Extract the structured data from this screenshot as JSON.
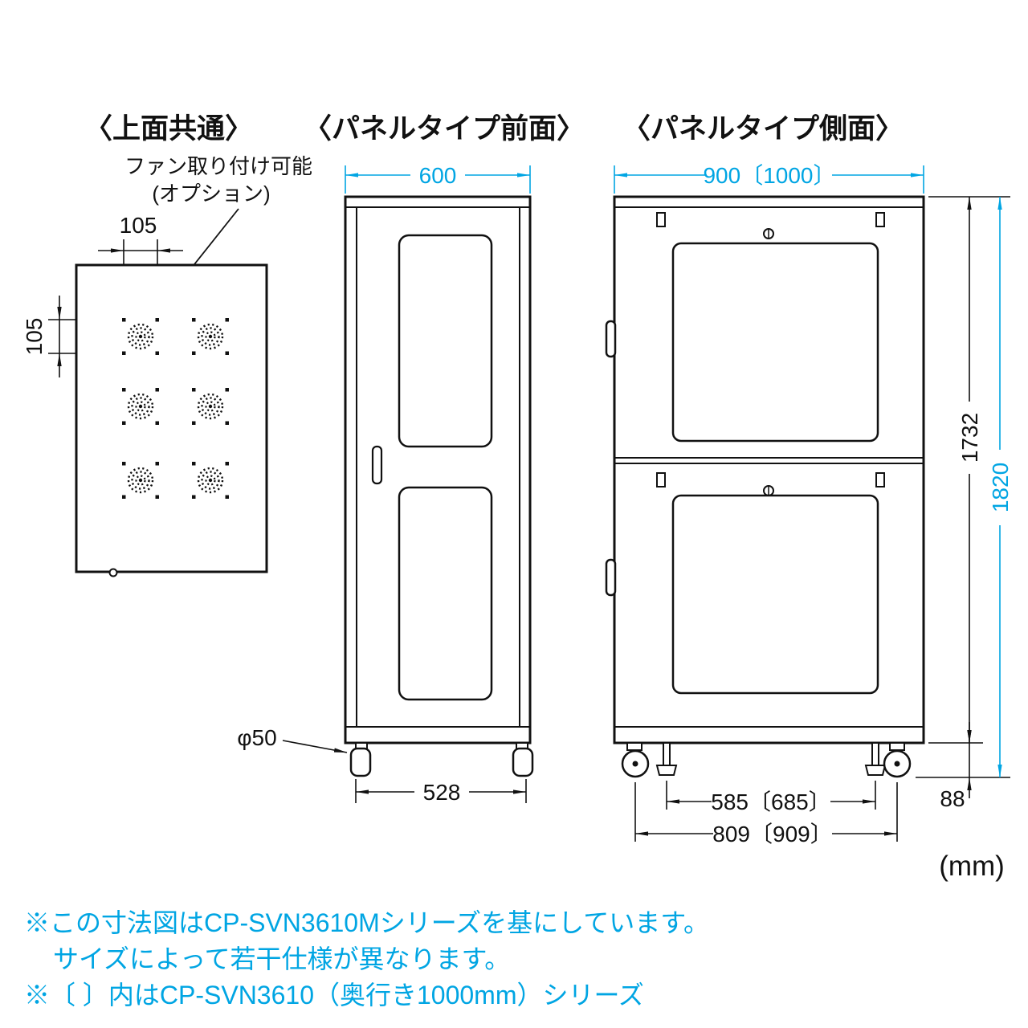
{
  "colors": {
    "accent_cyan": "#00a5e3",
    "line_black": "#111111",
    "background": "#ffffff"
  },
  "headings": {
    "top_view": "〈上面共通〉",
    "front_view": "〈パネルタイプ前面〉",
    "side_view": "〈パネルタイプ側面〉"
  },
  "top_view": {
    "fan_note_line1": "ファン取り付け可能",
    "fan_note_line2": "(オプション)",
    "dim_fan_pitch_h": "105",
    "dim_fan_pitch_v": "105"
  },
  "front_view": {
    "dim_width": "600",
    "dim_caster_span": "528",
    "caster_diameter": "φ50"
  },
  "side_view": {
    "dim_depth": "900〔1000〕",
    "dim_height_body": "1732",
    "dim_height_total": "1820",
    "dim_caster_height": "88",
    "dim_adjuster_span": "585〔685〕",
    "dim_caster_span": "809〔909〕"
  },
  "unit_label": "(mm)",
  "notes": [
    "※この寸法図はCP-SVN3610Mシリーズを基にしています。",
    "サイズによって若干仕様が異なります。",
    "※〔 〕内はCP-SVN3610（奥行き1000mm）シリーズ"
  ]
}
